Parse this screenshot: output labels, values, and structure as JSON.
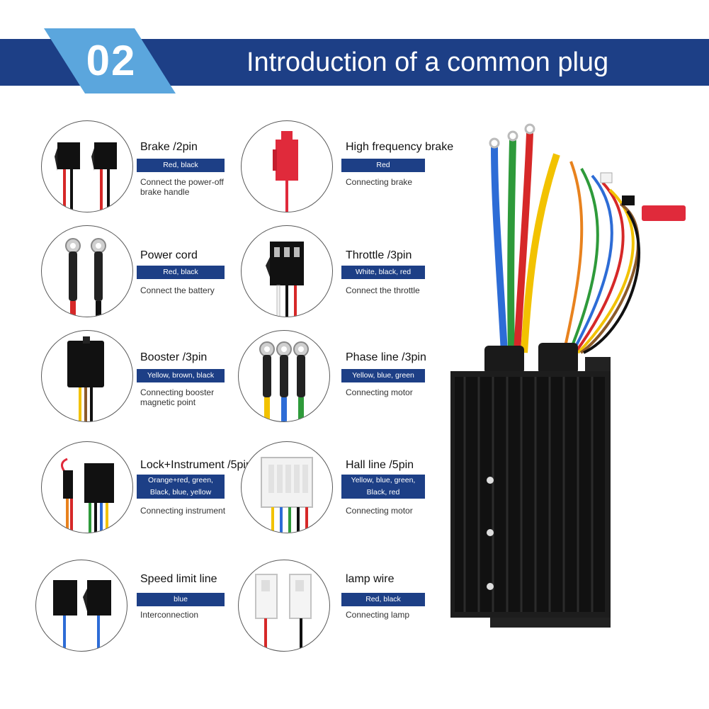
{
  "header": {
    "section_number": "02",
    "title": "Introduction of a common plug",
    "brand_color": "#1d3f86",
    "badge_color": "#5ba6dd"
  },
  "items": [
    {
      "title": "Brake /2pin",
      "tag": "Red, black",
      "desc": "Connect the power-off brake handle",
      "icon": "brake-2pin-connector-icon"
    },
    {
      "title": "High frequency brake",
      "tag": "Red",
      "desc": "Connecting brake",
      "icon": "high-frequency-brake-connector-icon"
    },
    {
      "title": "Power cord",
      "tag": "Red, black",
      "desc": "Connect the battery",
      "icon": "power-cord-terminal-icon"
    },
    {
      "title": "Throttle /3pin",
      "tag": "White, black, red",
      "desc": "Connect the throttle",
      "icon": "throttle-3pin-connector-icon"
    },
    {
      "title": "Booster /3pin",
      "tag": "Yellow, brown, black",
      "desc": "Connecting booster magnetic point",
      "icon": "booster-3pin-connector-icon"
    },
    {
      "title": "Phase line /3pin",
      "tag": "Yellow, blue, green",
      "desc": "Connecting motor",
      "icon": "phase-line-terminal-icon"
    },
    {
      "title": "Lock+Instrument /5pin",
      "tag": "Orange+red, green, Black, blue, yellow",
      "desc": "Connecting instrument",
      "icon": "lock-instrument-5pin-connector-icon"
    },
    {
      "title": "Hall line /5pin",
      "tag": "Yellow, blue, green, Black, red",
      "desc": "Connecting motor",
      "icon": "hall-line-5pin-connector-icon"
    },
    {
      "title": "Speed limit line",
      "tag": "blue",
      "desc": "Interconnection",
      "icon": "speed-limit-connector-icon"
    },
    {
      "title": "lamp wire",
      "tag": "Red, black",
      "desc": "Connecting lamp",
      "icon": "lamp-wire-connector-icon"
    }
  ],
  "product": {
    "icon": "motor-controller-icon"
  }
}
